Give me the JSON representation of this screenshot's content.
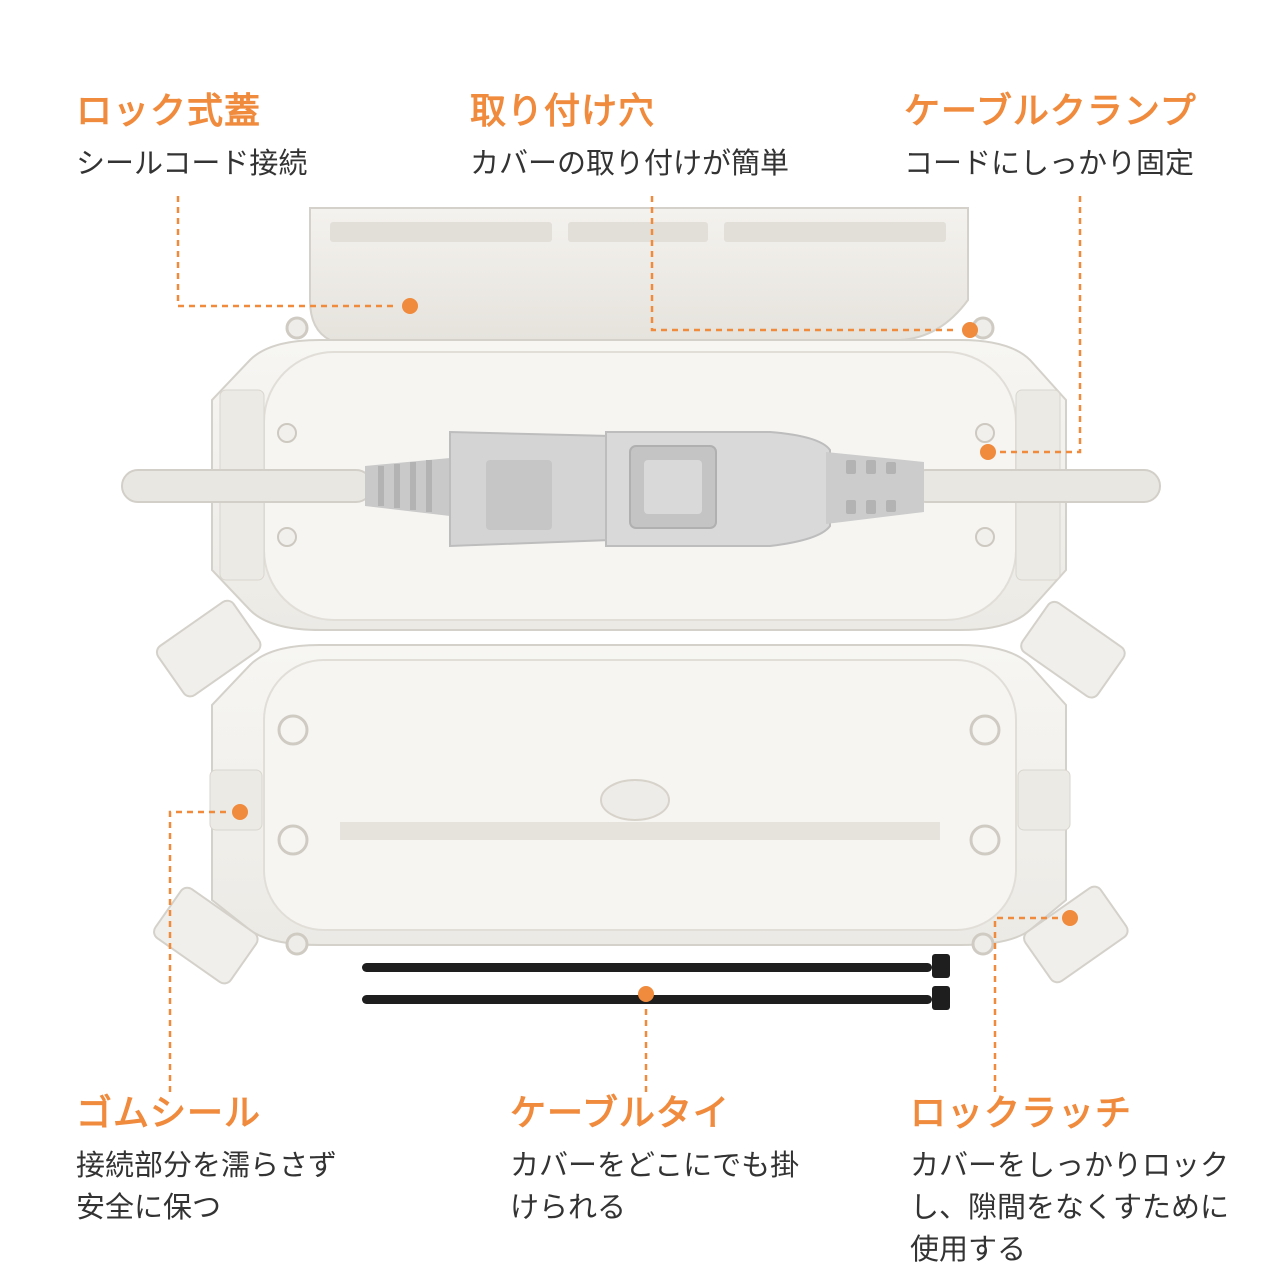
{
  "colors": {
    "accent": "#F08A3C",
    "body": "#F0EEE9",
    "body_edge": "#D9D6CF",
    "cable": "#E9E7E2",
    "plug": "#CFCFCF",
    "tie": "#1E1E1E"
  },
  "labels": {
    "lock_lid": {
      "title": "ロック式蓋",
      "desc": [
        "シールコード接続"
      ]
    },
    "mount_hole": {
      "title": "取り付け穴",
      "desc": [
        "カバーの取り付けが簡単"
      ]
    },
    "cable_clamp": {
      "title": "ケーブルクランプ",
      "desc": [
        "コードにしっかり固定"
      ]
    },
    "rubber_seal": {
      "title": "ゴムシール",
      "desc": [
        "接続部分を濡らさず",
        "安全に保つ"
      ]
    },
    "cable_tie": {
      "title": "ケーブルタイ",
      "desc": [
        "カバーをどこにでも掛",
        "けられる"
      ]
    },
    "lock_latch": {
      "title": "ロックラッチ",
      "desc": [
        "カバーをしっかりロック",
        "し、隙間をなくすために",
        "使用する"
      ]
    }
  }
}
